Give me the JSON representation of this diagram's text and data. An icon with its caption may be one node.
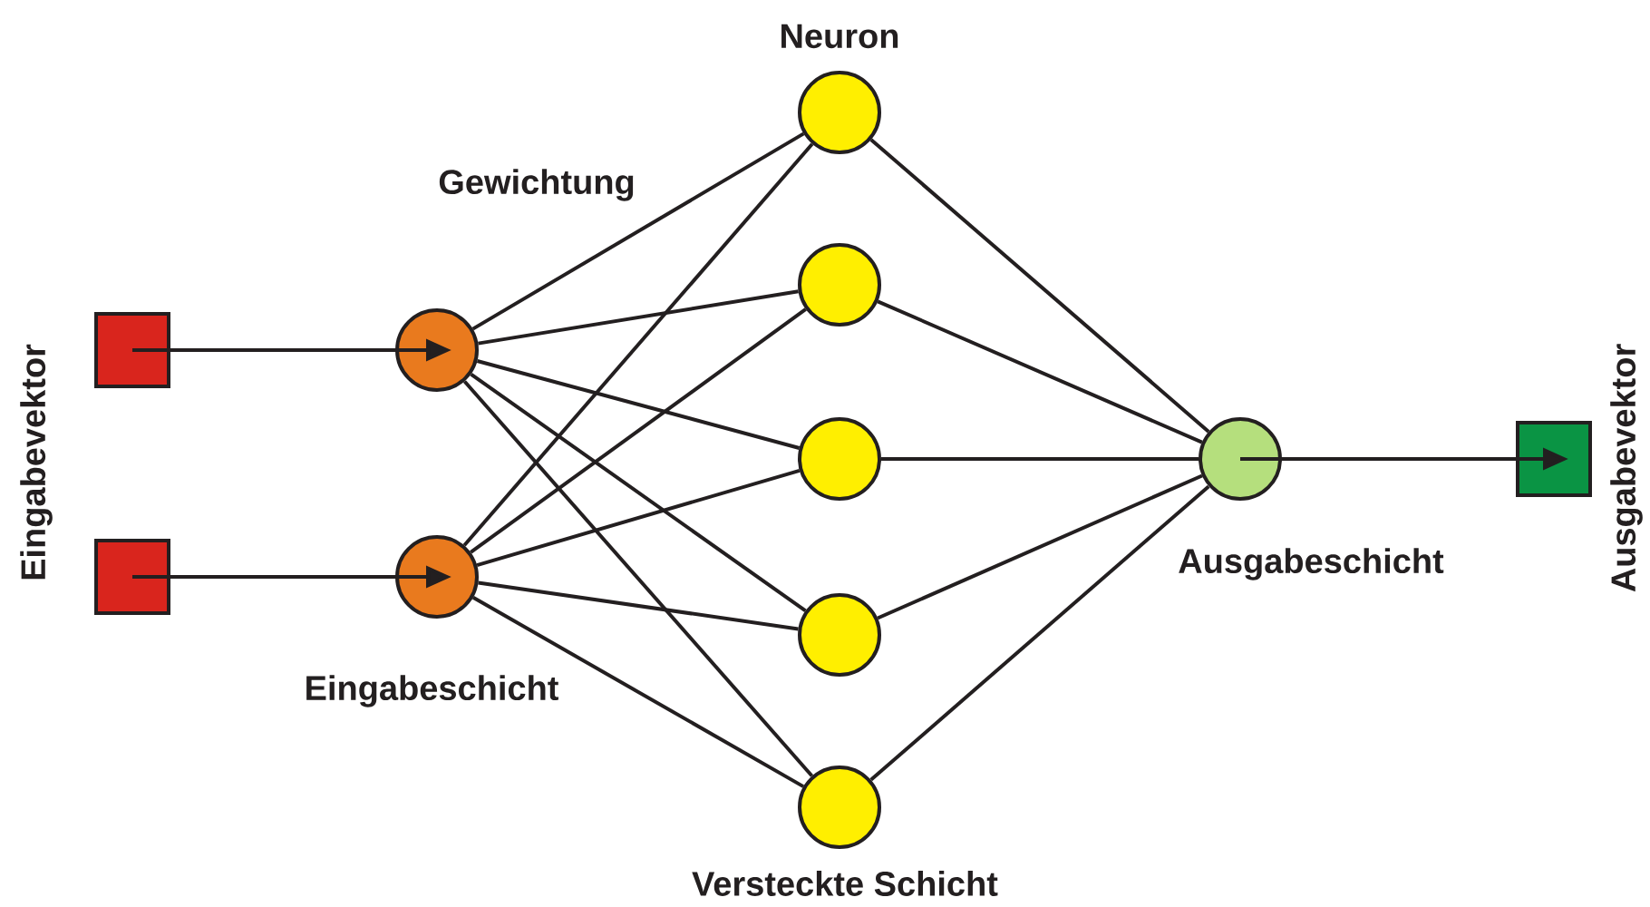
{
  "diagram": {
    "nodes": [
      {
        "text": [],
        "shape": "box"
      },
      {
        "text": [],
        "shape": "box"
      },
      {
        "text": [],
        "shape": "circle"
      },
      {
        "text": [],
        "shape": "circle"
      },
      {
        "text": [],
        "shape": "circle"
      },
      {
        "text": [],
        "shape": "circle"
      },
      {
        "text": [],
        "shape": "circle"
      },
      {
        "text": [],
        "shape": "circle"
      },
      {
        "text": [],
        "shape": "circle"
      },
      {
        "text": [],
        "shape": "circle"
      },
      {
        "text": [],
        "shape": "box"
      }
    ],
    "edges": [
      {
        "from": 0,
        "to": 2,
        "arrow": "to"
      },
      {
        "from": 1,
        "to": 3,
        "arrow": "to"
      },
      {
        "from": 2,
        "to": 4,
        "arrow": "none"
      },
      {
        "from": 2,
        "to": 5,
        "arrow": "none"
      },
      {
        "from": 2,
        "to": 6,
        "arrow": "none"
      },
      {
        "from": 2,
        "to": 7,
        "arrow": "none"
      },
      {
        "from": 2,
        "to": 8,
        "arrow": "none"
      },
      {
        "from": 3,
        "to": 4,
        "arrow": "none"
      },
      {
        "from": 3,
        "to": 5,
        "arrow": "none"
      },
      {
        "from": 3,
        "to": 6,
        "arrow": "none"
      },
      {
        "from": 3,
        "to": 7,
        "arrow": "none"
      },
      {
        "from": 3,
        "to": 8,
        "arrow": "none"
      },
      {
        "from": 4,
        "to": 9,
        "arrow": "none"
      },
      {
        "from": 5,
        "to": 9,
        "arrow": "none"
      },
      {
        "from": 6,
        "to": 9,
        "arrow": "none"
      },
      {
        "from": 7,
        "to": 9,
        "arrow": "none"
      },
      {
        "from": 8,
        "to": 9,
        "arrow": "none"
      },
      {
        "from": 9,
        "to": 10,
        "arrow": "to"
      }
    ],
    "labels": [
      "Neuron",
      "Gewichtung",
      "Eingabevektor",
      "Eingabeschicht",
      "Ausgabeschicht",
      "Ausgabevektor",
      "Versteckte Schicht"
    ]
  }
}
